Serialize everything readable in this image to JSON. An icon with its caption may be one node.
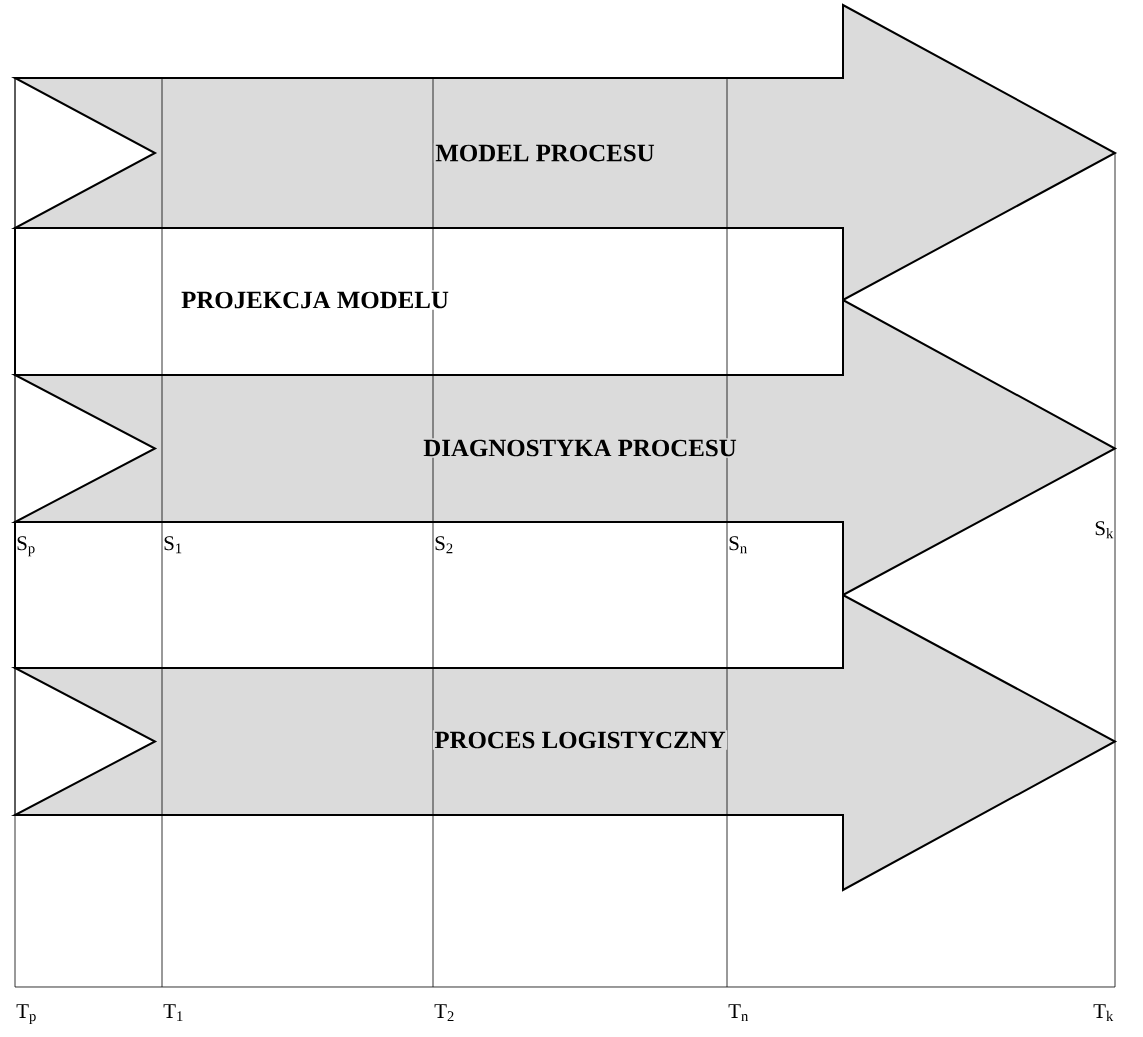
{
  "diagram": {
    "nodes": [
      {
        "text": [
          "MODEL PROCESU"
        ]
      },
      {
        "text": [
          "PROJEKCJA MODELU"
        ]
      },
      {
        "text": [
          "DIAGNOSTYKA PROCESU"
        ]
      },
      {
        "text": [],
        "shape": "box"
      },
      {
        "text": [
          "PROCES LOGISTYCZNY"
        ]
      }
    ],
    "edges": [],
    "labels": [
      "S$_{p}$",
      "S$_{1}$",
      "S$_{2}$",
      "S$_{n}$",
      "S$_{k}$",
      "T$_{p}$",
      "T$_{1}$",
      "T$_{2}$",
      "T$_{n}$",
      "T$_{k}$"
    ]
  }
}
